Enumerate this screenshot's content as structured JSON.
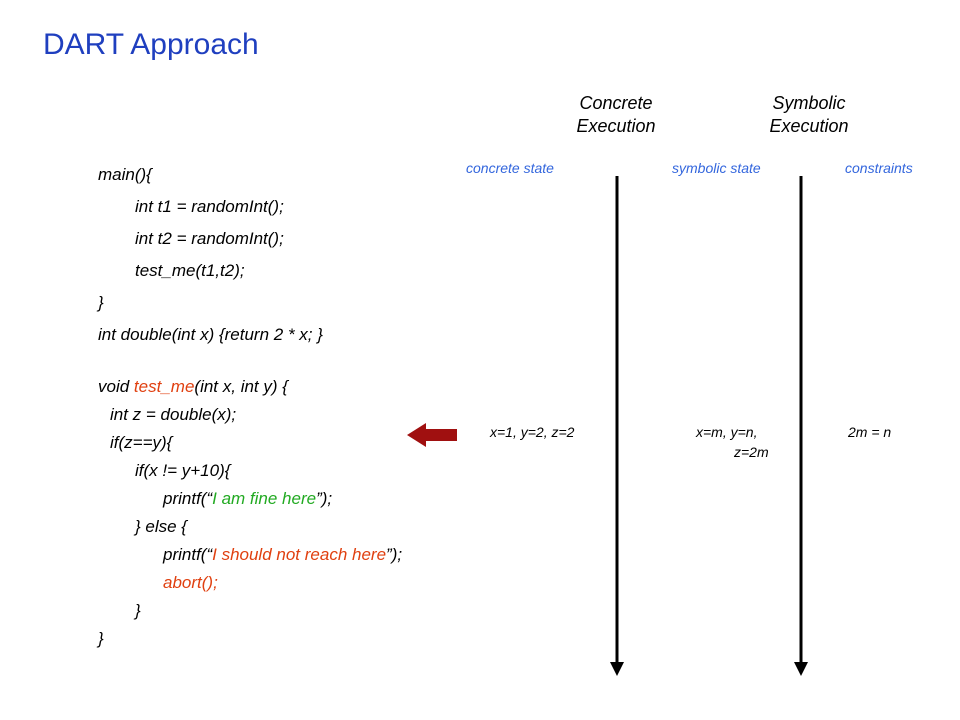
{
  "title": "DART Approach",
  "headers": {
    "concrete": [
      "Concrete",
      "Execution"
    ],
    "symbolic": [
      "Symbolic",
      "Execution"
    ]
  },
  "labels": {
    "concrete_state": "concrete state",
    "symbolic_state": "symbolic state",
    "constraints": "constraints"
  },
  "code": {
    "l1": "main(){",
    "l2": "int t1 = randomInt();",
    "l3": "int t2 = randomInt();",
    "l4": "test_me(t1,t2);",
    "l5": "}",
    "l6": "int double(int x) {return 2 * x; }",
    "l7a": "void ",
    "l7b": "test_me",
    "l7c": "(int x, int y) {",
    "l8": "int z = double(x);",
    "l9": "if(z==y){",
    "l10": "if(x != y+10){",
    "l11a": "printf(“",
    "l11b": "I am fine here",
    "l11c": "”);",
    "l12": "} else {",
    "l13a": "printf(“",
    "l13b": "I should not reach here",
    "l13c": "”);",
    "l14": "abort();",
    "l15": "}",
    "l16": "}"
  },
  "values": {
    "concrete": "x=1, y=2, z=2",
    "symbolic_1": "x=m, y=n,",
    "symbolic_2": "z=2m",
    "constraint": "2m = n"
  },
  "colors": {
    "title": "#1f3fbf",
    "label": "#3366dd",
    "green": "#22aa22",
    "red": "#e04010",
    "arrow": "#a01010"
  }
}
